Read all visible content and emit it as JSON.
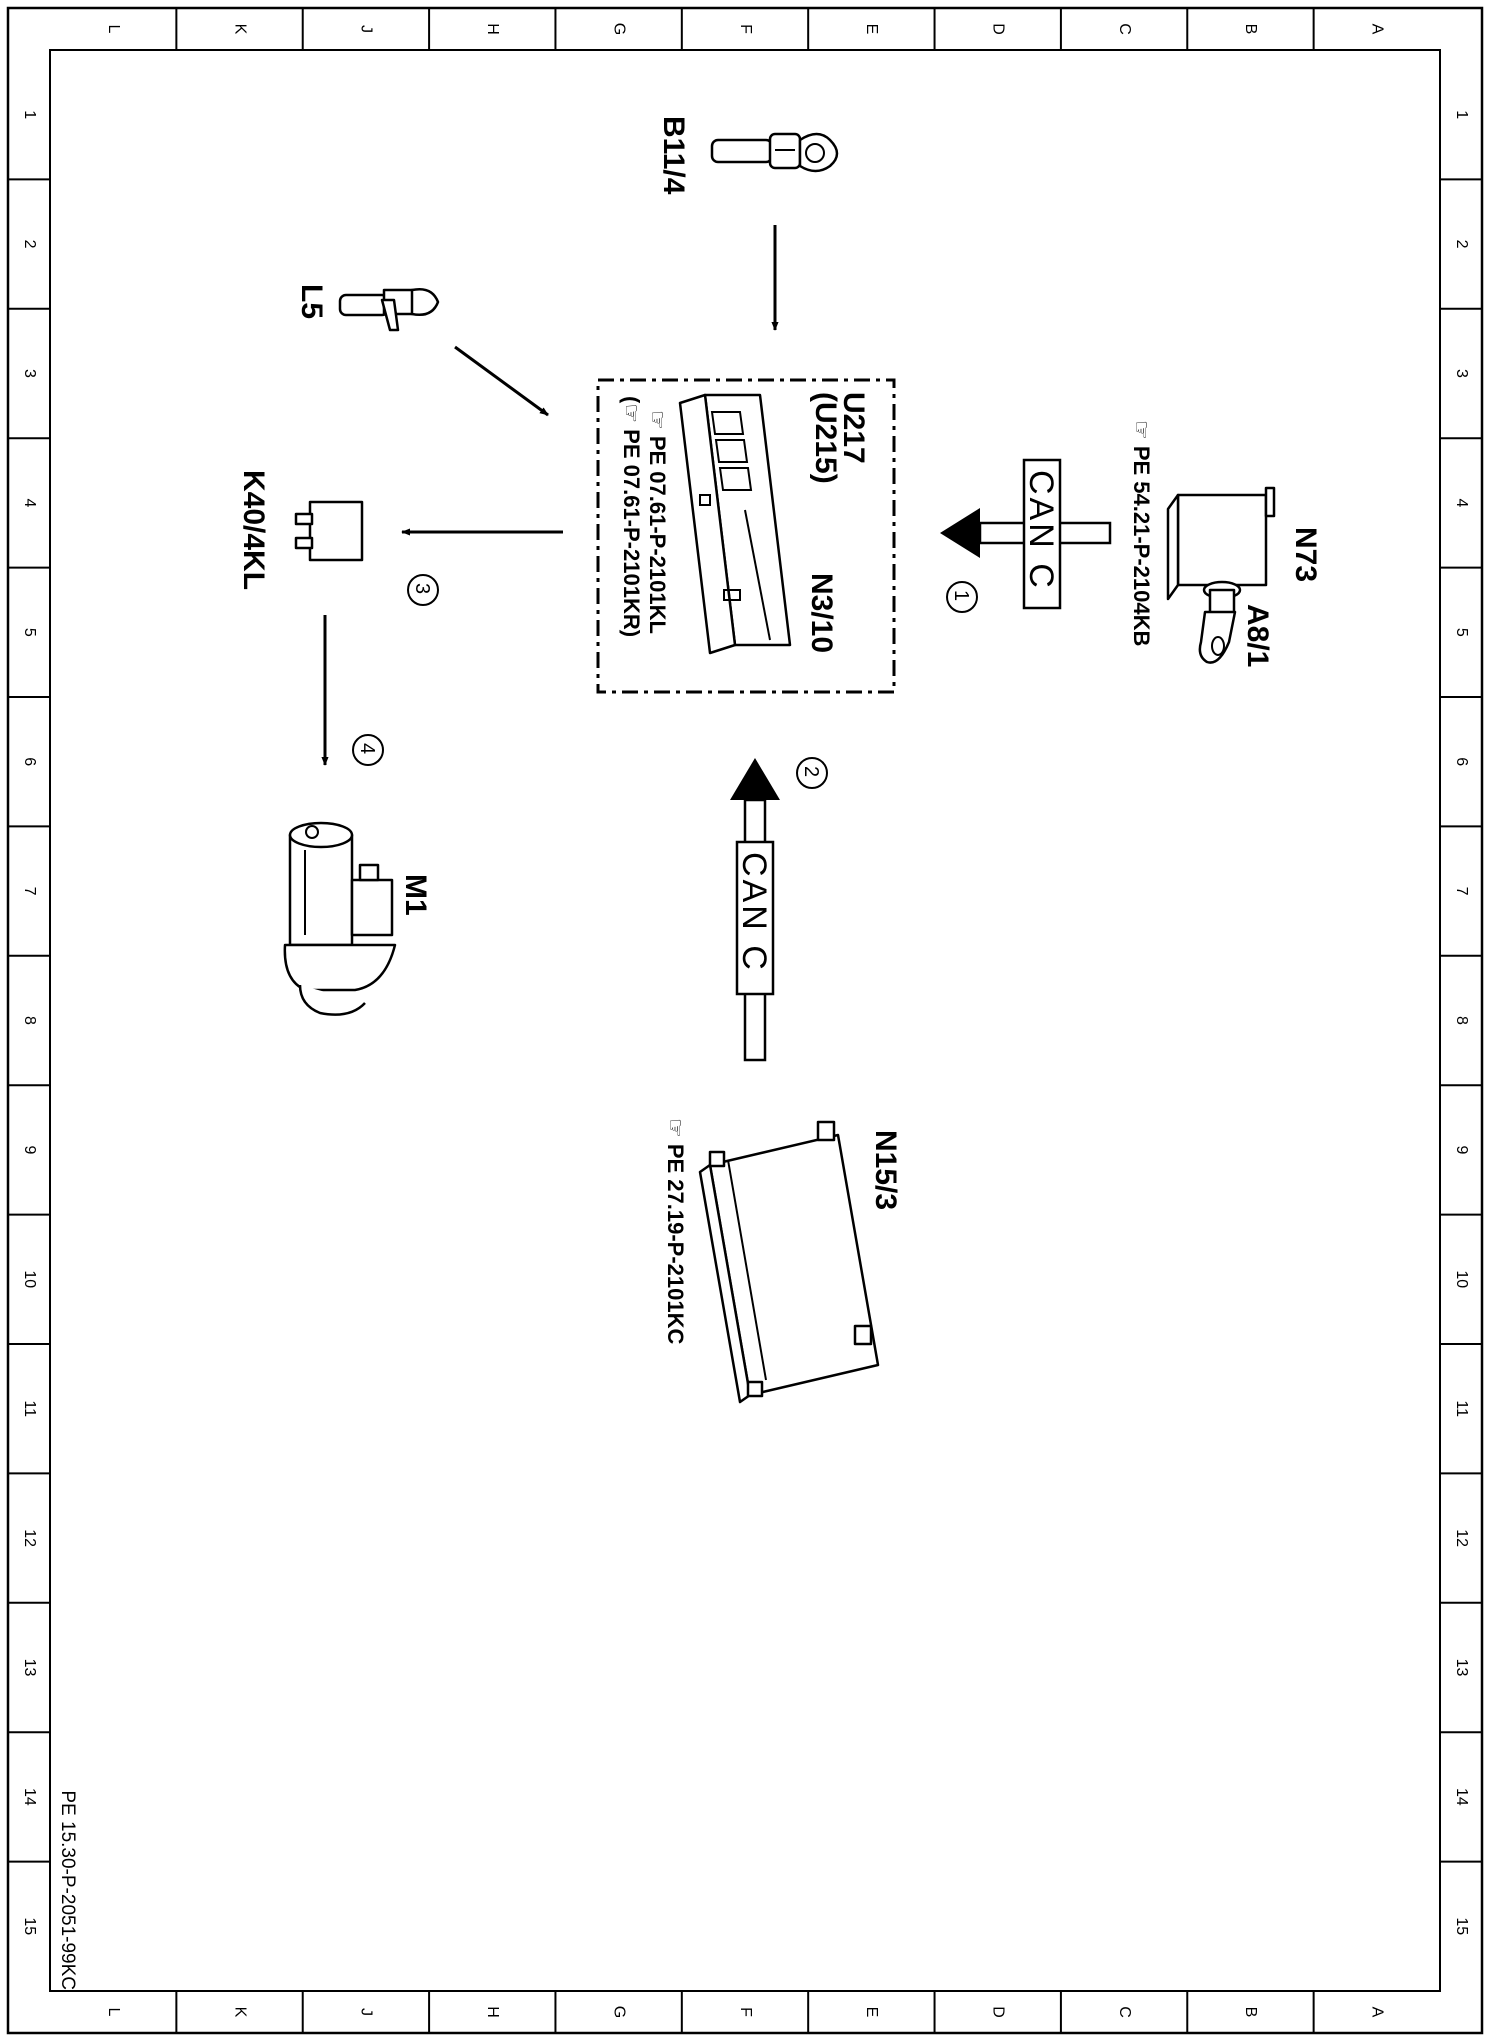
{
  "diagram": {
    "document_number": "PE 15.30-P-2051-99KC",
    "grid_columns": [
      "L",
      "K",
      "J",
      "H",
      "G",
      "F",
      "E",
      "D",
      "C",
      "B",
      "A"
    ],
    "grid_rows": [
      "1",
      "2",
      "3",
      "4",
      "5",
      "6",
      "7",
      "8",
      "9",
      "10",
      "11",
      "12",
      "13",
      "14",
      "15"
    ],
    "components": {
      "b11_4": {
        "label": "B11/4"
      },
      "l5": {
        "label": "L5"
      },
      "n3_10": {
        "label": "N3/10",
        "variant_1": "U217",
        "variant_2": "(U215)",
        "ref_1": "PE 07.61-P-2101KL",
        "ref_2": "(☞ PE 07.61-P-2101KR)"
      },
      "n73": {
        "label": "N73",
        "ref": "PE 54.21-P-2104KB"
      },
      "a8_1": {
        "label": "A8/1"
      },
      "k40_4kl": {
        "label": "K40/4KL"
      },
      "m1": {
        "label": "M1"
      },
      "n15_3": {
        "label": "N15/3",
        "ref": "PE 27.19-P-2101KC"
      }
    },
    "bus_labels": {
      "upper": "CAN C",
      "lower": "CAN C"
    },
    "steps": [
      "1",
      "2",
      "3",
      "4"
    ]
  }
}
